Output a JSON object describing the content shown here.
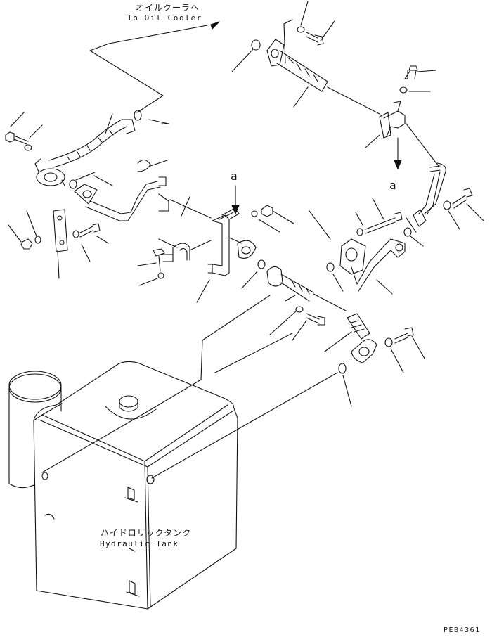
{
  "labels": {
    "oil_cooler_jp": "オイルクーラヘ",
    "oil_cooler_en": "To Oil Cooler",
    "tank_jp": "ハイドロリックタンク",
    "tank_en": "Hydraulic Tank",
    "view_mark_1": "a",
    "view_mark_2": "a",
    "drawing_code": "PEB4361"
  },
  "colors": {
    "line": "#111111",
    "background": "#ffffff"
  }
}
